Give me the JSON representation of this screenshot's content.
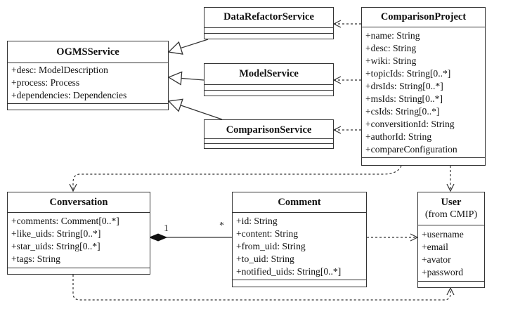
{
  "classes": {
    "data_refactor_service": {
      "name": "DataRefactorService"
    },
    "comparison_project": {
      "name": "ComparisonProject",
      "attributes": [
        "+name: String",
        "+desc: String",
        "+wiki: String",
        "+topicIds: String[0..*]",
        "+drsIds: String[0..*]",
        "+msIds: String[0..*]",
        "+csIds: String[0..*]",
        "+conversitionId: String",
        "+authorId: String",
        "+compareConfiguration"
      ]
    },
    "ogms_service": {
      "name": "OGMSService",
      "attributes": [
        "+desc: ModelDescription",
        "+process: Process",
        "+dependencies: Dependencies"
      ]
    },
    "model_service": {
      "name": "ModelService"
    },
    "comparison_service": {
      "name": "ComparisonService"
    },
    "conversation": {
      "name": "Conversation",
      "attributes": [
        "+comments: Comment[0..*]",
        "+like_uids: String[0..*]",
        "+star_uids: String[0..*]",
        "+tags: String"
      ]
    },
    "comment": {
      "name": "Comment",
      "attributes": [
        "+id: String",
        "+content: String",
        "+from_uid: String",
        "+to_uid: String",
        "+notified_uids: String[0..*]"
      ]
    },
    "user": {
      "name": "User",
      "stereotype": "(from CMIP)",
      "attributes": [
        "+username",
        "+email",
        "+avator",
        "+password"
      ]
    }
  },
  "multiplicities": {
    "conversation_end": "1",
    "comment_end": "*"
  }
}
